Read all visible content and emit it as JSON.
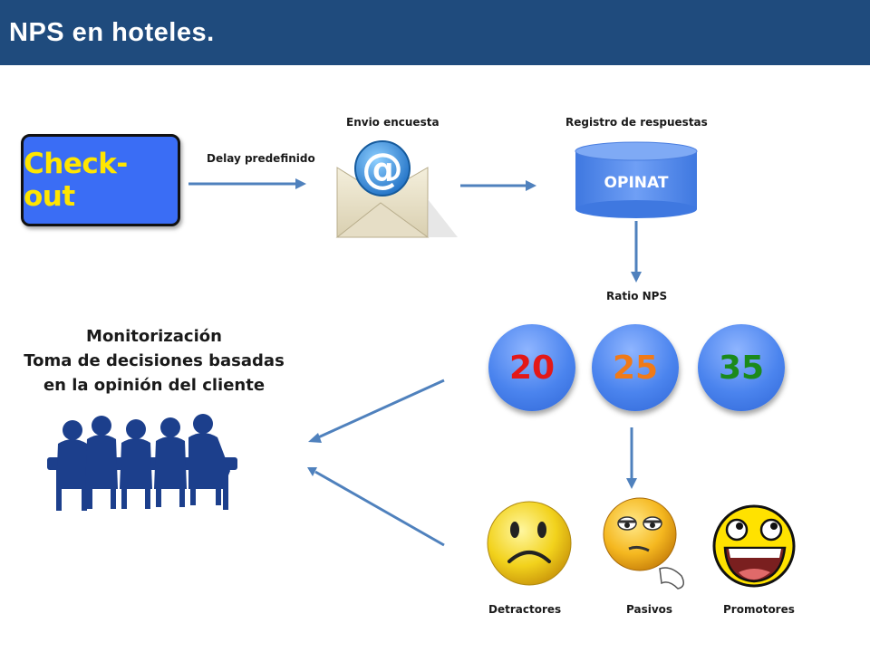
{
  "header": {
    "title": "NPS en hoteles."
  },
  "checkout": {
    "label": "Check-out"
  },
  "labels": {
    "delay": "Delay predefinido",
    "envio": "Envio encuesta",
    "registro": "Registro de respuestas",
    "ratio": "Ratio NPS"
  },
  "database": {
    "label": "OPINAT"
  },
  "ratios": [
    {
      "value": "20",
      "color": "#e31818"
    },
    {
      "value": "25",
      "color": "#f07a18"
    },
    {
      "value": "35",
      "color": "#1b8a1b"
    }
  ],
  "monitor": {
    "line1": "Monitorización",
    "line2": "Toma de decisiones basadas",
    "line3": "en la opinión del cliente"
  },
  "categories": {
    "detractores": "Detractores",
    "pasivos": "Pasivos",
    "promotores": "Promotores"
  },
  "icons": [
    "envelope-at-icon",
    "database-icon",
    "people-meeting-icon",
    "sad-face-icon",
    "bored-face-icon",
    "happy-face-icon"
  ]
}
